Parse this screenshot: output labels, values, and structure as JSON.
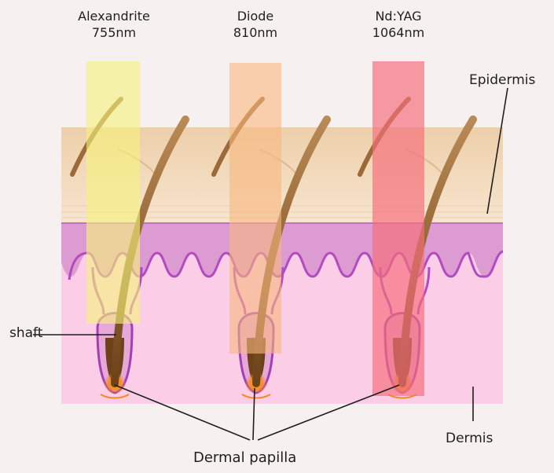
{
  "lasers": [
    {
      "name": "Alexandrite",
      "wavelength": "755nm",
      "color": "#f6f27a"
    },
    {
      "name": "Diode",
      "wavelength": "810nm",
      "color": "#f8b87e"
    },
    {
      "name": "Nd:YAG",
      "wavelength": "1064nm",
      "color": "#f56f7c"
    }
  ],
  "labels": {
    "epidermis": "Epidermis",
    "dermis": "Dermis",
    "shaft": "shaft",
    "papilla": "Dermal papilla"
  },
  "colors": {
    "background": "#f7f0f1",
    "epidermis": "#f2d6b6",
    "dermis_upper": "#dc9bd1",
    "dermis_lower": "#fbcde7",
    "hair": "#8a5a2a",
    "follicle_outline": "#a23fb6",
    "papilla_glow": "#f58a1e"
  }
}
